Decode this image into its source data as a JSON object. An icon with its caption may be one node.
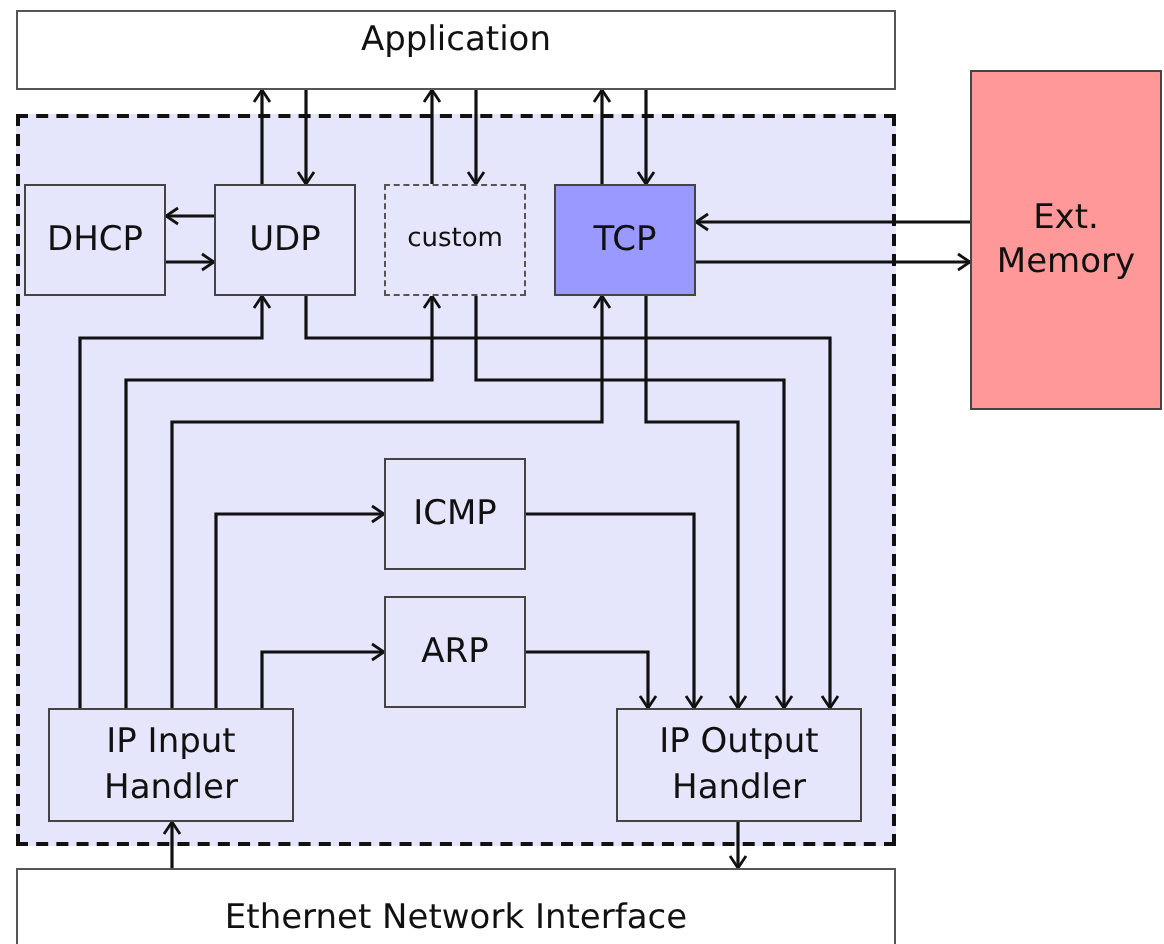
{
  "diagram": {
    "nodes": [
      {
        "text": [
          "Application"
        ]
      },
      {
        "text": [],
        "shape": "box"
      },
      {
        "text": [
          "DHCP"
        ],
        "in": 1
      },
      {
        "text": [
          "UDP"
        ],
        "in": 1
      },
      {
        "text": [
          "custom"
        ],
        "in": 1
      },
      {
        "text": [
          "TCP"
        ],
        "in": 1
      },
      {
        "text": [
          "Ext. Memory"
        ]
      },
      {
        "text": [
          "ICMP"
        ],
        "in": 1
      },
      {
        "text": [
          "ARP"
        ],
        "in": 1
      },
      {
        "text": [
          "IP Input Handler"
        ],
        "in": 1
      },
      {
        "text": [
          "IP Output Handler"
        ],
        "in": 1
      },
      {
        "text": [
          "Ethernet Network Interface"
        ]
      }
    ],
    "edges": [
      {
        "from": 3,
        "to": 0,
        "arrow": "to"
      },
      {
        "from": 0,
        "to": 3,
        "arrow": "to"
      },
      {
        "from": 4,
        "to": 0,
        "arrow": "to"
      },
      {
        "from": 0,
        "to": 4,
        "arrow": "to"
      },
      {
        "from": 5,
        "to": 0,
        "arrow": "to"
      },
      {
        "from": 0,
        "to": 5,
        "arrow": "to"
      },
      {
        "from": 3,
        "to": 2,
        "arrow": "to"
      },
      {
        "from": 2,
        "to": 3,
        "arrow": "to"
      },
      {
        "from": 6,
        "to": 5,
        "arrow": "to"
      },
      {
        "from": 5,
        "to": 6,
        "arrow": "to"
      },
      {
        "from": 9,
        "to": 3,
        "arrow": "to"
      },
      {
        "from": 9,
        "to": 4,
        "arrow": "to"
      },
      {
        "from": 9,
        "to": 5,
        "arrow": "to"
      },
      {
        "from": 9,
        "to": 7,
        "arrow": "to"
      },
      {
        "from": 9,
        "to": 8,
        "arrow": "to"
      },
      {
        "from": 3,
        "to": 10,
        "arrow": "to"
      },
      {
        "from": 4,
        "to": 10,
        "arrow": "to"
      },
      {
        "from": 5,
        "to": 10,
        "arrow": "to"
      },
      {
        "from": 7,
        "to": 10,
        "arrow": "to"
      },
      {
        "from": 8,
        "to": 10,
        "arrow": "to"
      },
      {
        "from": 11,
        "to": 9,
        "arrow": "to"
      },
      {
        "from": 10,
        "to": 11,
        "arrow": "to"
      }
    ]
  }
}
